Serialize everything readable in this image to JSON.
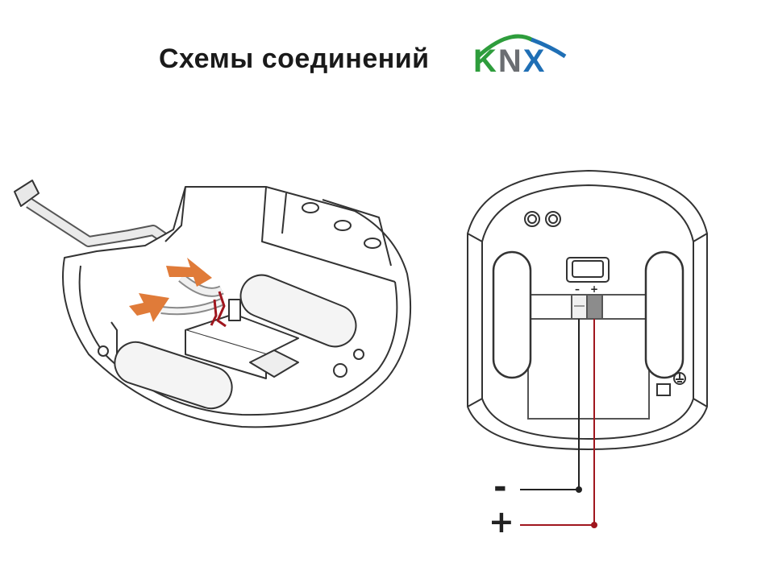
{
  "header": {
    "title": "Схемы соединений",
    "logo": {
      "k": "K",
      "n": "N",
      "x": "X"
    }
  },
  "terminal": {
    "minus_label": "–",
    "plus_label": "+"
  },
  "legend": {
    "minus_sign": "-",
    "plus_sign": "+"
  },
  "colors": {
    "arrow": "#e07b39",
    "wire_red": "#a0161e",
    "wire_black": "#222222",
    "logo_green": "#2e9d3c",
    "logo_grey": "#6b6e72",
    "logo_blue": "#1f6fb5"
  },
  "icons": [
    "knx-logo",
    "ground-icon",
    "orange-arrow-icon"
  ]
}
